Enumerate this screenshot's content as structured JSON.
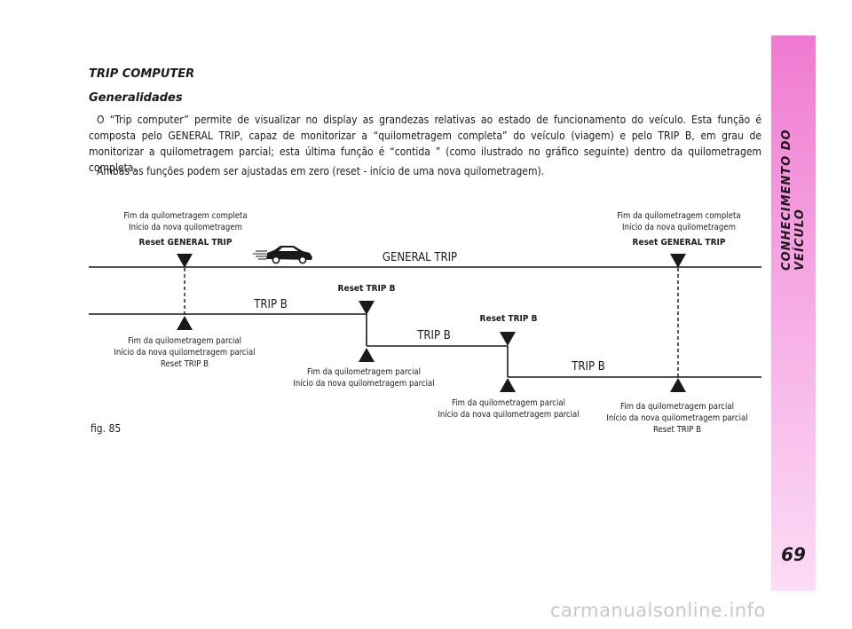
{
  "sidebar": {
    "section_title": "CONHECIMENTO DO VEÍCULO",
    "page_number": "69",
    "accent_color": "#f07ad0"
  },
  "main": {
    "title": "TRIP COMPUTER",
    "subtitle": "Generalidades",
    "paragraphs": [
      "O “Trip computer” permite de visualizar no display as grandezas relativas ao estado de funcionamento do veículo. Esta função é composta pelo GENERAL TRIP, capaz de monitorizar a “quilometragem completa” do veículo (viagem) e pelo TRIP B, em grau de monitorizar a quilometragem parcial; esta última função é “contida ” (como ilustrado no gráfico seguinte) dentro da quilometragem completa.",
      "Ambas as funções podem ser ajustadas em zero (reset - início de uma nova quilometragem)."
    ]
  },
  "figure": {
    "general_trip_label": "GENERAL TRIP",
    "trip_b_label": "TRIP B",
    "reset_general": {
      "line1": "Fim da quilometragem completa",
      "line2": "Início da nova quilometragem",
      "reset": "Reset GENERAL TRIP"
    },
    "reset_trip_b_label": "Reset TRIP B",
    "partial": {
      "line1": "Fim da quilometragem parcial",
      "line2": "Início da nova quilometragem parcial",
      "reset": "Reset TRIP B"
    },
    "car_icon": "car-icon",
    "caption": "fig. 85"
  },
  "watermark": "carmanualsonline.info"
}
